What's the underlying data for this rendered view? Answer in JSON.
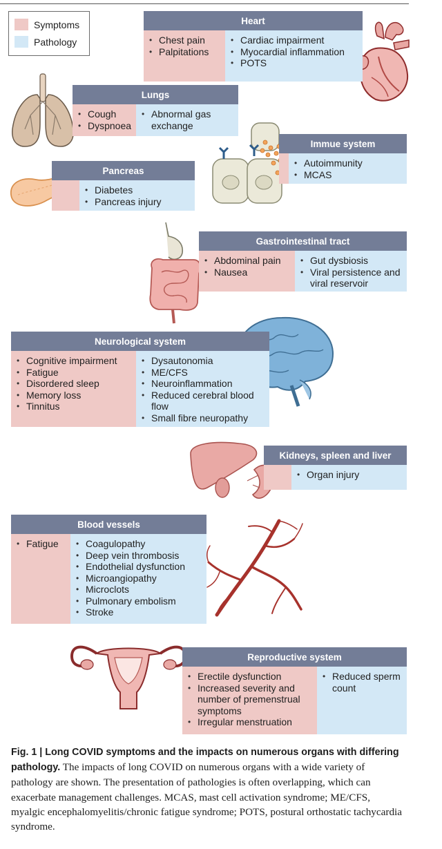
{
  "legend": {
    "symptoms_label": "Symptoms",
    "pathology_label": "Pathology",
    "symptoms_color": "#efc9c6",
    "pathology_color": "#d3e8f6",
    "header_color": "#737d97"
  },
  "organs": {
    "heart": {
      "title": "Heart",
      "symptoms": [
        "Chest pain",
        "Palpitations"
      ],
      "pathology": [
        "Cardiac impairment",
        "Myocardial inflammation",
        "POTS"
      ]
    },
    "lungs": {
      "title": "Lungs",
      "symptoms": [
        "Cough",
        "Dyspnoea"
      ],
      "pathology": [
        "Abnormal gas exchange"
      ]
    },
    "immune": {
      "title": "Immue system",
      "symptoms": [],
      "pathology": [
        "Autoimmunity",
        "MCAS"
      ]
    },
    "pancreas": {
      "title": "Pancreas",
      "symptoms": [],
      "pathology": [
        "Diabetes",
        "Pancreas injury"
      ]
    },
    "gi": {
      "title": "Gastrointestinal tract",
      "symptoms": [
        "Abdominal pain",
        "Nausea"
      ],
      "pathology": [
        "Gut dysbiosis",
        "Viral persistence and viral reservoir"
      ]
    },
    "neuro": {
      "title": "Neurological system",
      "symptoms": [
        "Cognitive impairment",
        "Fatigue",
        "Disordered sleep",
        "Memory loss",
        "Tinnitus"
      ],
      "pathology": [
        "Dysautonomia",
        "ME/CFS",
        "Neuroinflammation",
        "Reduced cerebral blood flow",
        "Small fibre neuropathy"
      ]
    },
    "kidneys": {
      "title": "Kidneys, spleen and liver",
      "symptoms": [],
      "pathology": [
        "Organ injury"
      ]
    },
    "blood": {
      "title": "Blood vessels",
      "symptoms": [
        "Fatigue"
      ],
      "pathology": [
        "Coagulopathy",
        "Deep vein thrombosis",
        "Endothelial dysfunction",
        "Microangiopathy",
        "Microclots",
        "Pulmonary embolism",
        "Stroke"
      ]
    },
    "repro": {
      "title": "Reproductive system",
      "symptoms": [
        "Erectile dysfunction",
        "Increased severity and number of premenstrual symptoms",
        "Irregular menstruation"
      ],
      "pathology": [
        "Reduced sperm count"
      ]
    }
  },
  "caption": {
    "label": "Fig. 1 | Long COVID symptoms and the impacts on numerous organs with differing pathology.",
    "text": "The impacts of long COVID on numerous organs with a wide variety of pathology are shown. The presentation of pathologies is often overlapping, which can exacerbate management challenges. MCAS, mast cell activation syndrome; ME/CFS, myalgic encephalomyelitis/chronic fatigue syndrome; POTS, postural orthostatic tachycardia syndrome."
  }
}
